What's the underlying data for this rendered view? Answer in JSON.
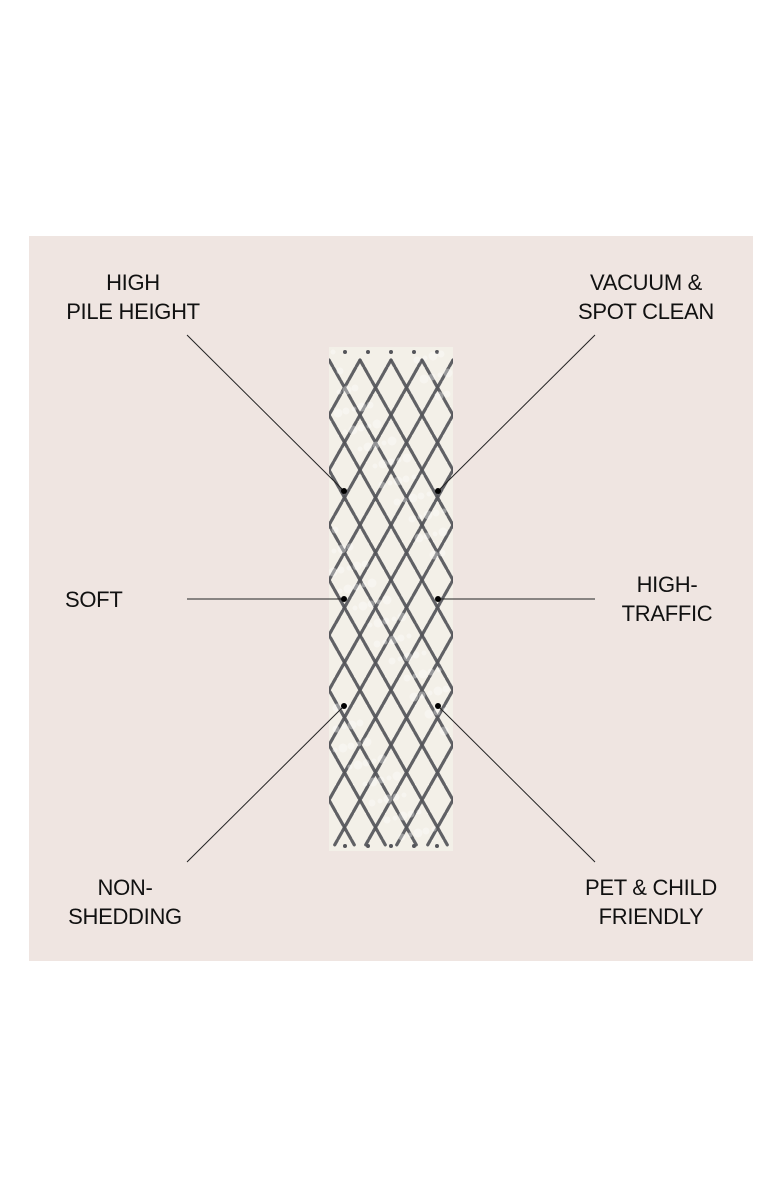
{
  "panel": {
    "background_color": "#efe5e1"
  },
  "product": {
    "rug_base_color": "#f3f0e8",
    "rug_pattern_color": "#54555a",
    "pattern": "moroccan-diamond-trellis"
  },
  "features": [
    {
      "id": "high-pile-height",
      "lines": [
        "HIGH",
        "PILE HEIGHT"
      ]
    },
    {
      "id": "vacuum-spot-clean",
      "lines": [
        "VACUUM &",
        "SPOT CLEAN"
      ]
    },
    {
      "id": "soft",
      "lines": [
        "SOFT"
      ]
    },
    {
      "id": "high-traffic",
      "lines": [
        "HIGH-",
        "TRAFFIC"
      ]
    },
    {
      "id": "non-shedding",
      "lines": [
        "NON-",
        "SHEDDING"
      ]
    },
    {
      "id": "pet-child-friendly",
      "lines": [
        "PET & CHILD",
        "FRIENDLY"
      ]
    }
  ],
  "colors": {
    "text": "#111111",
    "leader_line": "#222222"
  }
}
